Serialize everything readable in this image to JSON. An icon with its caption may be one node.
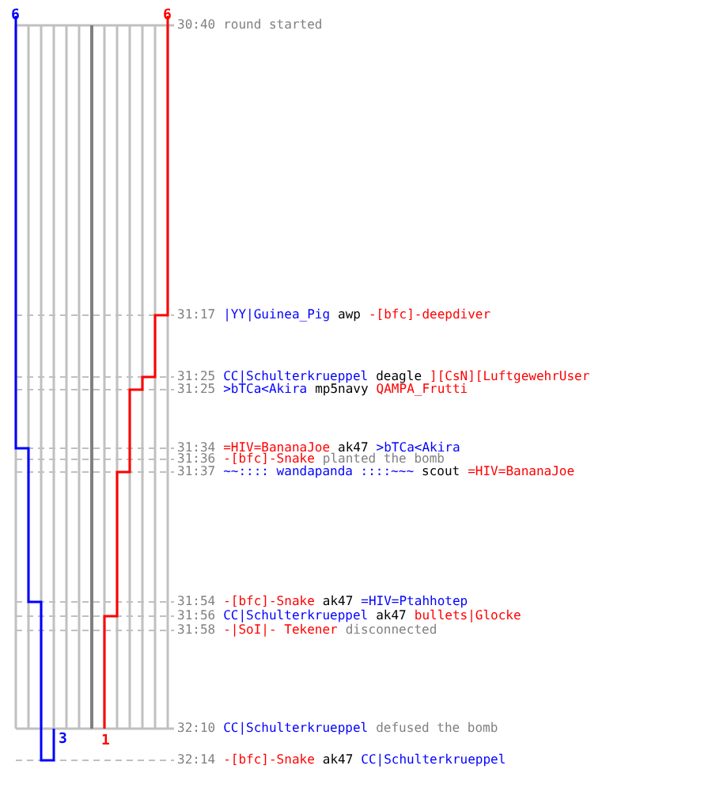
{
  "diagram": {
    "labels": [
      "6",
      "6",
      "30:40",
      "round started",
      "31:17",
      "|YY|Guinea_Pig",
      "awp",
      "-[bfc]-deepdiver",
      "31:25",
      "CC|Schulterkrueppel",
      "deagle",
      "][CsN][LuftgewehrUser",
      "31:25",
      ">bTCa<Akira",
      "mp5navy",
      "QAMPA_Frutti",
      "31:34",
      "=HIV=BananaJoe",
      "ak47",
      ">bTCa<Akira",
      "31:36",
      "-[bfc]-Snake",
      "planted the bomb",
      "31:37",
      "~~:::: wandapanda ::::~~~",
      "scout",
      "=HIV=BananaJoe",
      "31:54",
      "-[bfc]-Snake",
      "ak47",
      "=HIV=Ptahhotep",
      "31:56",
      "CC|Schulterkrueppel",
      "ak47",
      "bullets|Glocke",
      "31:58",
      "-|SoI|- Tekener",
      "disconnected",
      "32:10",
      "CC|Schulterkrueppel",
      "defused the bomb",
      "3",
      "1",
      "32:14",
      "-[bfc]-Snake",
      "ak47",
      "CC|Schulterkrueppel"
    ]
  }
}
